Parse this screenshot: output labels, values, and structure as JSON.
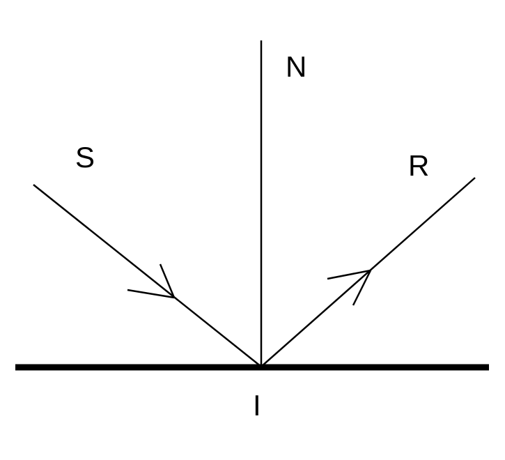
{
  "diagram": {
    "title": "reflection-of-light-ray-diagram",
    "labels": {
      "normal": "N",
      "incident_ray": "S",
      "reflected_ray": "R",
      "incidence_point": "I"
    },
    "colors": {
      "line": "#000000",
      "background": "#ffffff"
    }
  }
}
